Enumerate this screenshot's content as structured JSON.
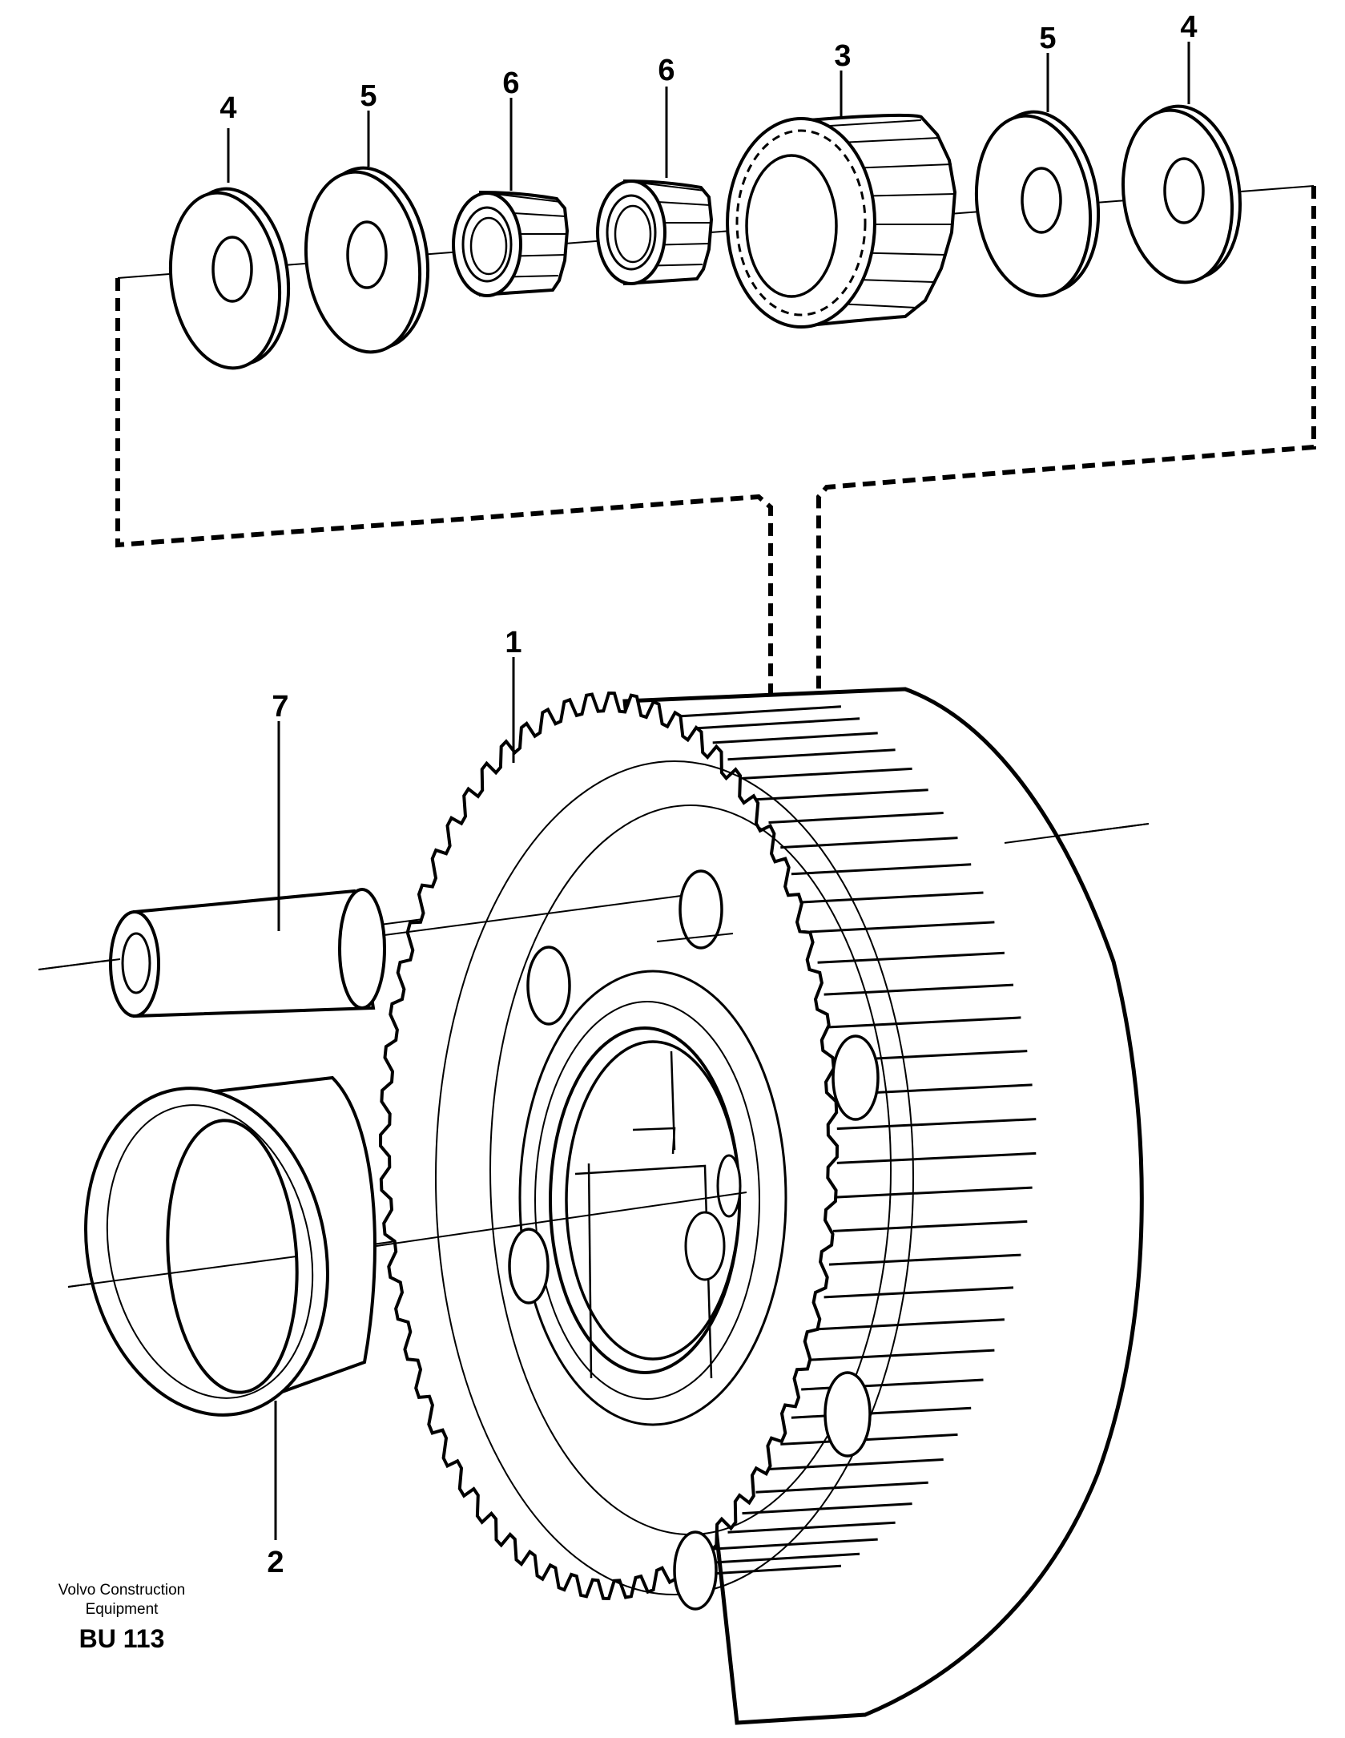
{
  "diagram": {
    "callouts": [
      {
        "id": "callout-4-left",
        "text": "4"
      },
      {
        "id": "callout-5-left",
        "text": "5"
      },
      {
        "id": "callout-6-left",
        "text": "6"
      },
      {
        "id": "callout-6-right",
        "text": "6"
      },
      {
        "id": "callout-3",
        "text": "3"
      },
      {
        "id": "callout-5-right",
        "text": "5"
      },
      {
        "id": "callout-4-right",
        "text": "4"
      },
      {
        "id": "callout-1",
        "text": "1"
      },
      {
        "id": "callout-7",
        "text": "7"
      },
      {
        "id": "callout-2",
        "text": "2"
      }
    ]
  },
  "footer": {
    "company_line1": "Volvo Construction",
    "company_line2": "Equipment",
    "code": "BU 113"
  }
}
